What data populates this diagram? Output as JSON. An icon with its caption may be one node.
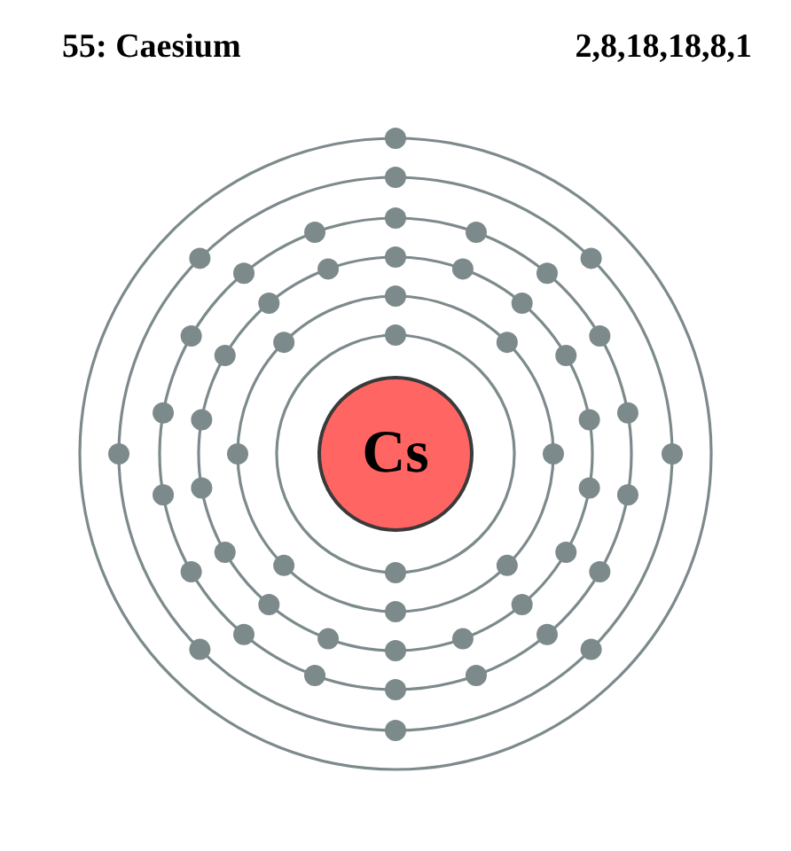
{
  "diagram": {
    "title": "55: Caesium",
    "nodes": [
      {
        "text": [
          "Cs"
        ]
      }
    ],
    "labels": [
      "2,8,18,18,8,1"
    ]
  }
}
